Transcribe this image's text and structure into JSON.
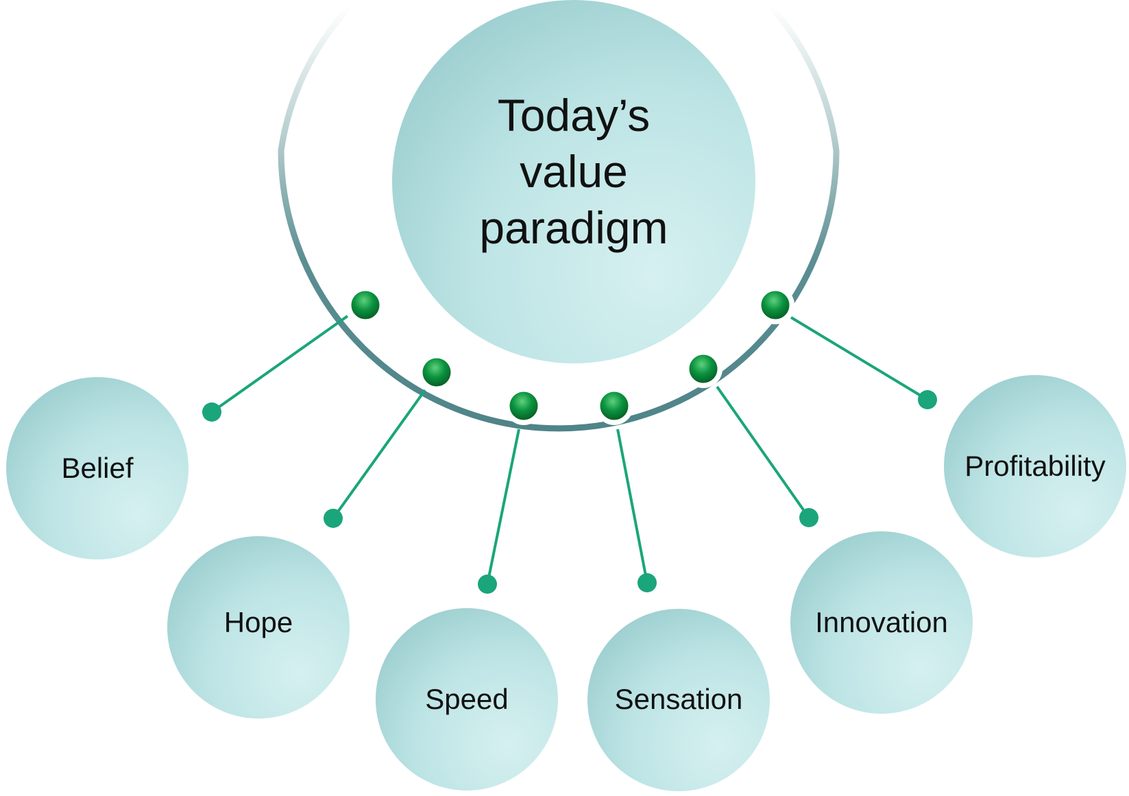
{
  "center": {
    "title": "Today’s\nvalue\nparadigm"
  },
  "nodes": [
    {
      "label": "Belief"
    },
    {
      "label": "Hope"
    },
    {
      "label": "Speed"
    },
    {
      "label": "Sensation"
    },
    {
      "label": "Innovation"
    },
    {
      "label": "Profitability"
    }
  ],
  "colors": {
    "circle_light": "#d6f0f0",
    "circle_dark": "#99cccd",
    "connector": "#1aa57a",
    "arc": "#5b8e92",
    "knob": "#0b9440"
  }
}
